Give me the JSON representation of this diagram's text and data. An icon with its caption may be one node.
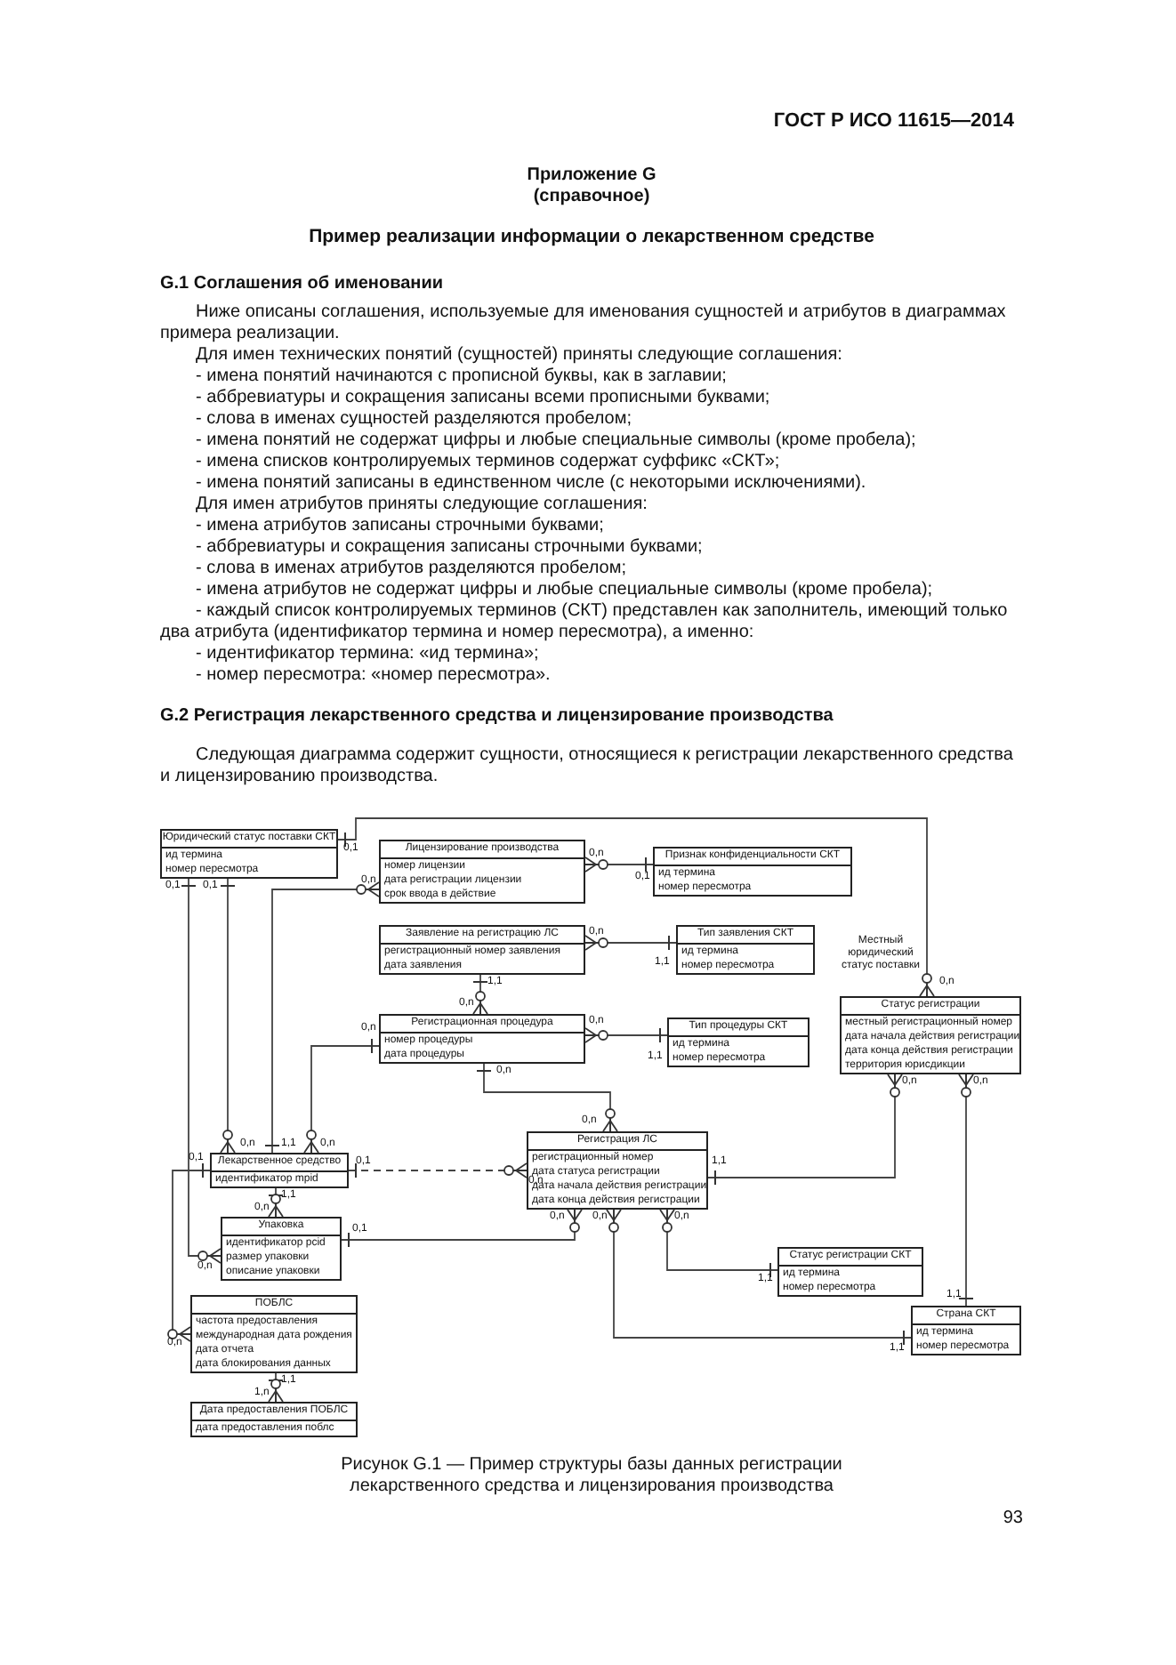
{
  "diagram": {
    "title": "Пример реализации информации о лекарственном средстве",
    "caption": "Рисунок G.1 — Пример структуры базы данных регистрации лекарственного средства и лицензирования производства",
    "nodes": [
      {
        "text": [
          "Юридический статус поставки СКТ",
          "ид термина",
          "номер пересмотра"
        ]
      },
      {
        "text": [
          "Лицензирование производства",
          "номер лицензии",
          "дата регистрации лицензии",
          "срок ввода в действие"
        ]
      },
      {
        "text": [
          "Признак конфиденциальности СКТ",
          "ид термина",
          "номер пересмотра"
        ]
      },
      {
        "text": [
          "Заявление на регистрацию ЛС",
          "регистрационный номер заявления",
          "дата заявления"
        ]
      },
      {
        "text": [
          "Тип заявления СКТ",
          "ид термина",
          "номер пересмотра"
        ]
      },
      {
        "text": [
          "Статус регистрации",
          "местный регистрационный номер",
          "дата начала действия регистрации",
          "дата конца действия регистрации",
          "территория юрисдикции"
        ]
      },
      {
        "text": [
          "Регистрационная процедура",
          "номер процедуры",
          "дата процедуры"
        ]
      },
      {
        "text": [
          "Тип процедуры СКТ",
          "ид термина",
          "номер пересмотра"
        ]
      },
      {
        "text": [
          "Регистрация ЛС",
          "регистрационный номер",
          "дата статуса регистрации",
          "дата начала действия регистрации",
          "дата конца действия регистрации"
        ]
      },
      {
        "text": [
          "Лекарственное средство",
          "идентификатор mpid"
        ]
      },
      {
        "text": [
          "Упаковка",
          "идентификатор pcid",
          "размер упаковки",
          "описание упаковки"
        ]
      },
      {
        "text": [
          "Статус регистрации СКТ",
          "ид термина",
          "номер пересмотра"
        ]
      },
      {
        "text": [
          "ПОБЛС",
          "частота предоставления",
          "международная дата рождения",
          "дата отчета",
          "дата блокирования данных"
        ]
      },
      {
        "text": [
          "Страна СКТ",
          "ид термина",
          "номер пересмотра"
        ]
      },
      {
        "text": [
          "Дата предоставления ПОБЛС",
          "дата предоставления поблс"
        ]
      }
    ],
    "edges": [
      {
        "from": 0,
        "to": 10,
        "arrow": "other"
      },
      {
        "from": 0,
        "to": 9,
        "arrow": "other"
      },
      {
        "from": 9,
        "to": 1,
        "arrow": "other"
      },
      {
        "from": 2,
        "to": 1,
        "arrow": "other"
      },
      {
        "from": 4,
        "to": 3,
        "arrow": "other"
      },
      {
        "from": 3,
        "to": 6,
        "arrow": "other"
      },
      {
        "from": 7,
        "to": 6,
        "arrow": "other"
      },
      {
        "from": 6,
        "to": 8,
        "arrow": "other"
      },
      {
        "from": 0,
        "to": 5,
        "arrow": "other",
        "label": "Местный юридический статус поставки"
      },
      {
        "from": 6,
        "to": 9,
        "arrow": "other"
      },
      {
        "from": 9,
        "to": 10,
        "arrow": "other"
      },
      {
        "from": 9,
        "to": 8,
        "arrow": "other",
        "style": "dashed"
      },
      {
        "from": 9,
        "to": 12,
        "arrow": "other"
      },
      {
        "from": 10,
        "to": 8,
        "arrow": "other"
      },
      {
        "from": 11,
        "to": 8,
        "arrow": "other"
      },
      {
        "from": 13,
        "to": 8,
        "arrow": "other"
      },
      {
        "from": 8,
        "to": 5,
        "arrow": "other"
      },
      {
        "from": 13,
        "to": 5,
        "arrow": "other"
      },
      {
        "from": 12,
        "to": 14,
        "arrow": "other"
      }
    ],
    "labels": [
      "ГОСТ Р ИСО 11615—2014",
      "Приложение G",
      "(справочное)",
      "G.1 Соглашения об именовании",
      "Ниже описаны соглашения, используемые для именования сущностей и атрибутов в диаграммах примера реализации.",
      "Для имен технических понятий (сущностей) приняты следующие соглашения:",
      "- имена понятий начинаются с прописной буквы, как в заглавии;",
      "- аббревиатуры и сокращения записаны всеми прописными буквами;",
      "- слова в именах сущностей разделяются пробелом;",
      "- имена понятий не содержат цифры и любые специальные символы (кроме пробела);",
      "- имена списков контролируемых терминов содержат суффикс «СКТ»;",
      "- имена понятий записаны в единственном числе (с некоторыми исключениями).",
      "Для имен атрибутов приняты следующие соглашения:",
      "- имена атрибутов записаны строчными буквами;",
      "- аббревиатуры и сокращения записаны строчными буквами;",
      "- слова в именах атрибутов разделяются пробелом;",
      "- имена атрибутов не содержат цифры и любые специальные символы (кроме пробела);",
      "- каждый список контролируемых терминов (СКТ) представлен как заполнитель, имеющий только два атрибута (идентификатор термина и номер пересмотра), а именно:",
      "- идентификатор термина: «ид термина»;",
      "- номер пересмотра: «номер пересмотра».",
      "G.2 Регистрация лекарственного средства и лицензирование производства",
      "Следующая диаграмма содержит сущности, относящиеся к регистрации лекарственного средства и лицензированию производства.",
      "0,1",
      "0,1",
      "0,1",
      "0,n",
      "0,n",
      "0,1",
      "0,n",
      "1,1",
      "1,1",
      "0,n",
      "0,n",
      "0,n",
      "0,n",
      "1,1",
      "0,n",
      "0,n",
      "0,n",
      "0,n",
      "0,n",
      "1,1",
      "0,n",
      "0,1",
      "0,1",
      "1,1",
      "0,n",
      "1,1",
      "0,n",
      "0,n",
      "0,1",
      "0,n",
      "0,n",
      "0,n",
      "1,1",
      "1,1",
      "0,n",
      "1,1",
      "1,1",
      "1,n",
      "93"
    ]
  }
}
